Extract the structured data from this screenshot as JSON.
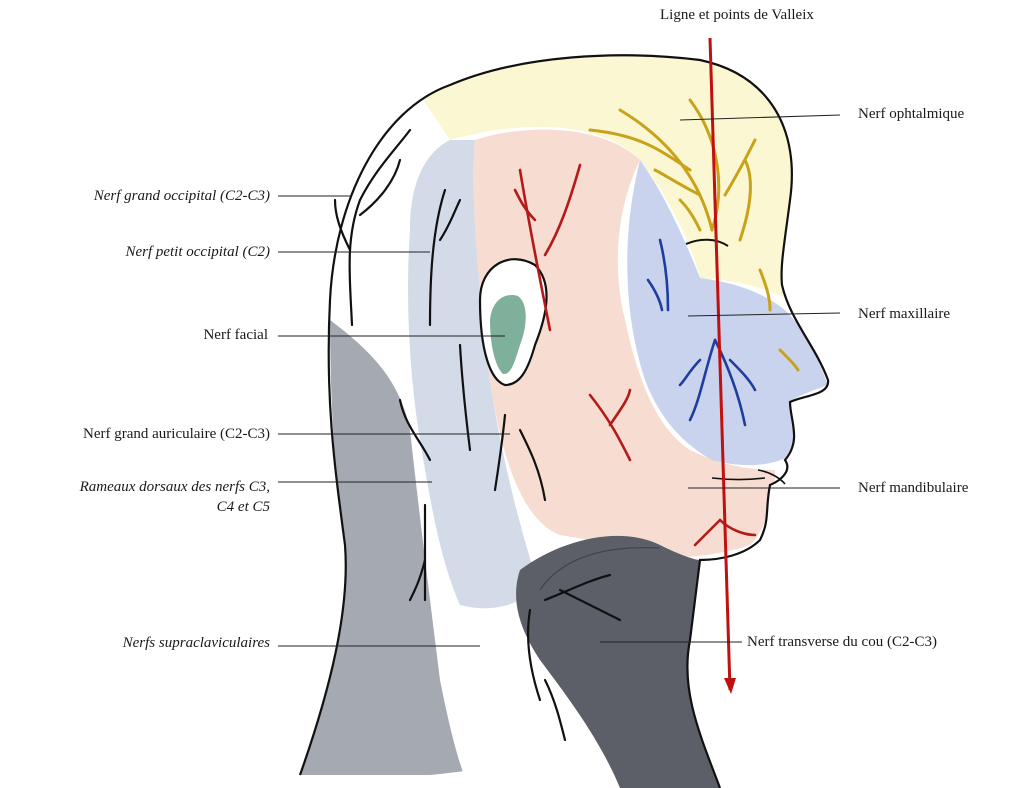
{
  "figure": {
    "vertical_line_title": "Ligne et points de Valleix",
    "colors": {
      "ophthalmic_zone": "#fbf7d2",
      "ophthalmic_nerve": "#c9a21c",
      "maxillary_zone": "#c9d3ee",
      "maxillary_nerve": "#1f3d9c",
      "mandibular_zone": "#f6dcd1",
      "facial_nerve_fill": "#7fb09b",
      "red_nerve": "#b51a1a",
      "occipital_zone": "#d3dbe8",
      "cervical_zone": "#9ea4ae",
      "transverse_zone": "#5a5d66",
      "valleix_line": "#c01010"
    },
    "labels_left": [
      {
        "text": "Nerf grand occipital (C2-C3)",
        "italic": true
      },
      {
        "text": "Nerf petit occipital (C2)",
        "italic": true
      },
      {
        "text": "Nerf facial",
        "italic": false
      },
      {
        "text": "Nerf grand auriculaire (C2-C3)",
        "italic": false
      },
      {
        "text": "Rameaux dorsaux des nerfs C3,",
        "italic": true
      },
      {
        "text": "C4 et C5",
        "italic": true
      },
      {
        "text": "Nerfs supraclaviculaires",
        "italic": true
      }
    ],
    "labels_right": [
      {
        "text": "Nerf ophtalmique"
      },
      {
        "text": "Nerf maxillaire"
      },
      {
        "text": "Nerf mandibulaire"
      },
      {
        "text": "Nerf transverse du cou (C2-C3)"
      }
    ]
  }
}
